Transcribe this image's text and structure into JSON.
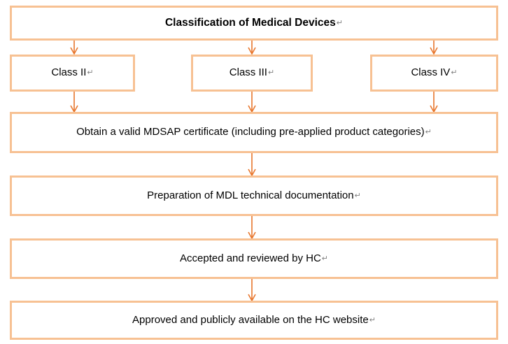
{
  "diagram": {
    "title": "Classification of Medical Devices",
    "accent_border_color": "#F7C193",
    "arrow_color": "#E8762C",
    "text_color": "#000000",
    "background_color": "#FFFFFF",
    "pilcrow_glyph": "↵",
    "nodes": [
      {
        "id": "classification",
        "label": "Classification of Medical Devices",
        "pilcrow": "↵"
      },
      {
        "id": "class-2",
        "label": "Class II",
        "pilcrow": "↵"
      },
      {
        "id": "class-3",
        "label": "Class III",
        "pilcrow": "↵"
      },
      {
        "id": "class-4",
        "label": "Class IV",
        "pilcrow": "↵"
      },
      {
        "id": "mdsap",
        "label": "Obtain a valid MDSAP certificate (including pre-applied product categories)",
        "pilcrow": "↵"
      },
      {
        "id": "mdl-prep",
        "label": "Preparation of MDL technical documentation",
        "pilcrow": "↵"
      },
      {
        "id": "review",
        "label": "Accepted and reviewed by HC",
        "pilcrow": "↵"
      },
      {
        "id": "approved",
        "label": "Approved and publicly available on the HC website",
        "pilcrow": "↵"
      }
    ],
    "edges": [
      {
        "from": "classification",
        "to": "class-2"
      },
      {
        "from": "classification",
        "to": "class-3"
      },
      {
        "from": "classification",
        "to": "class-4"
      },
      {
        "from": "class-2",
        "to": "mdsap"
      },
      {
        "from": "class-3",
        "to": "mdsap"
      },
      {
        "from": "class-4",
        "to": "mdsap"
      },
      {
        "from": "mdsap",
        "to": "mdl-prep"
      },
      {
        "from": "mdl-prep",
        "to": "review"
      },
      {
        "from": "review",
        "to": "approved"
      }
    ]
  }
}
